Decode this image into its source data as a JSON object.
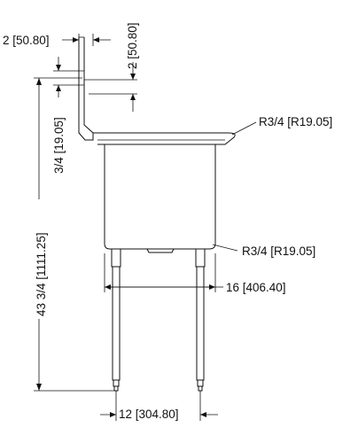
{
  "dimensions": {
    "backsplash_thickness": "2 [50.80]",
    "backsplash_height": "2 [50.80]",
    "overall_height": "43 3/4 [1111.25]",
    "rim_thickness": "3/4 [19.05]",
    "rim_radius": "R3/4 [R19.05]",
    "bowl_radius": "R3/4 [R19.05]",
    "bowl_depth": "16 [406.40]",
    "leg_spacing": "12 [304.80]"
  }
}
